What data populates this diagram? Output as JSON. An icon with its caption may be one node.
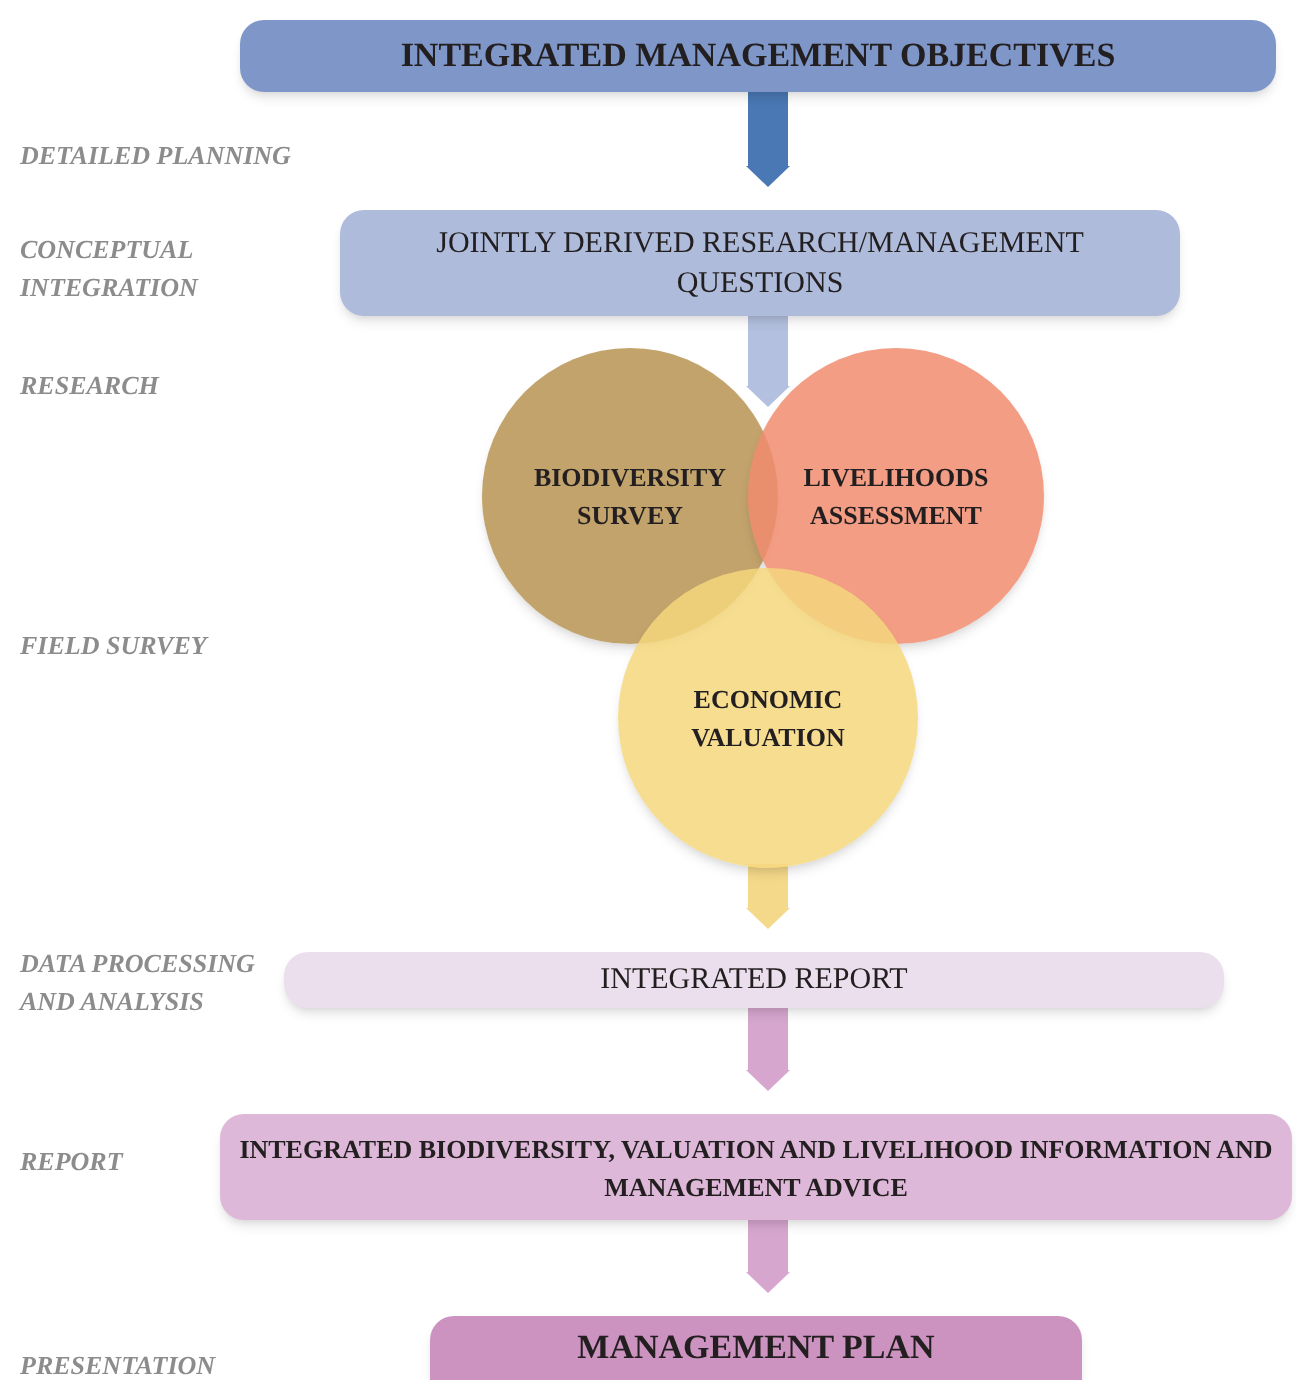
{
  "diagram": {
    "nodes": [
      {
        "text": [
          "INTEGRATED MANAGEMENT OBJECTIVES"
        ]
      },
      {
        "text": [
          "JOINTLY DERIVED RESEARCH/MANAGEMENT QUESTIONS"
        ]
      },
      {
        "text": [
          "BIODIVERSITY SURVEY"
        ]
      },
      {
        "text": [
          "LIVELIHOODS ASSESSMENT"
        ]
      },
      {
        "text": [
          "ECONOMIC VALUATION"
        ]
      },
      {
        "text": [
          "INTEGRATED REPORT"
        ]
      },
      {
        "text": [
          "INTEGRATED BIODIVERSITY, VALUATION AND LIVELIHOOD INFORMATION AND MANAGEMENT ADVICE"
        ]
      },
      {
        "text": [
          "MANAGEMENT PLAN"
        ]
      }
    ],
    "edges": [
      {
        "from": 0,
        "to": 1,
        "arrow": "to",
        "color": "#4a78b4"
      },
      {
        "from": 1,
        "to": 2,
        "arrow": "to",
        "color": "#b3c0df"
      },
      {
        "from": 1,
        "to": 3,
        "arrow": "to",
        "color": "#b3c0df"
      },
      {
        "from": 4,
        "to": 5,
        "arrow": "to",
        "color": "#f5d98a"
      },
      {
        "from": 5,
        "to": 6,
        "arrow": "to",
        "color": "#d6a6cf"
      },
      {
        "from": 6,
        "to": 7,
        "arrow": "to",
        "color": "#d6a6cf"
      }
    ],
    "labels": [
      "DETAILED PLANNING",
      "CONCEPTUAL INTEGRATION",
      "RESEARCH",
      "FIELD SURVEY",
      "DATA PROCESSING AND ANALYSIS",
      "REPORT",
      "PRESENTATION"
    ]
  }
}
